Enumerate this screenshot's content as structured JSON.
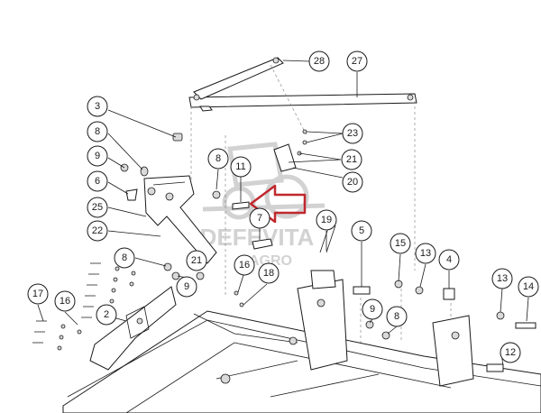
{
  "callouts": [
    {
      "label": "28"
    },
    {
      "label": "27"
    },
    {
      "label": "3"
    },
    {
      "label": "8"
    },
    {
      "label": "23"
    },
    {
      "label": "9"
    },
    {
      "label": "8"
    },
    {
      "label": "11"
    },
    {
      "label": "21"
    },
    {
      "label": "6"
    },
    {
      "label": "20"
    },
    {
      "label": "25"
    },
    {
      "label": "7"
    },
    {
      "label": "19"
    },
    {
      "label": "22"
    },
    {
      "label": "5"
    },
    {
      "label": "15"
    },
    {
      "label": "13"
    },
    {
      "label": "8"
    },
    {
      "label": "21"
    },
    {
      "label": "4"
    },
    {
      "label": "16"
    },
    {
      "label": "18"
    },
    {
      "label": "9"
    },
    {
      "label": "17"
    },
    {
      "label": "16"
    },
    {
      "label": "13"
    },
    {
      "label": "14"
    },
    {
      "label": "2"
    },
    {
      "label": "9"
    },
    {
      "label": "8"
    },
    {
      "label": "12"
    }
  ],
  "watermark": {
    "line1": "DEFEVITA",
    "line2": "AGRO"
  },
  "colors": {
    "arrow": "#c0282d",
    "ink": "#1a1a1a",
    "watermark": "#c8c8c8"
  }
}
